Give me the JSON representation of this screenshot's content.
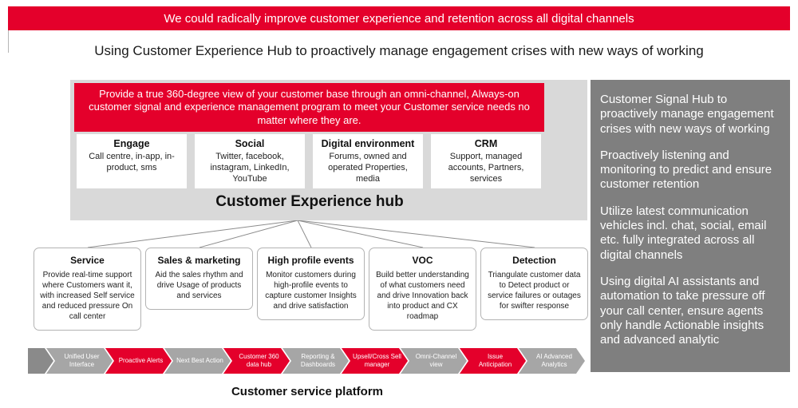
{
  "banner": {
    "text": "We could radically improve customer experience and retention across all digital channels"
  },
  "subtitle": "Using Customer Experience Hub to proactively manage engagement crises with new ways of working",
  "hub": {
    "intro": "Provide a true 360-degree view of your customer base through an omni-channel, Always-on customer signal and experience management program to meet your Customer service needs no matter where they are.",
    "title": "Customer Experience hub",
    "channels": [
      {
        "title": "Engage",
        "body": "Call centre, in-app, in-product, sms"
      },
      {
        "title": "Social",
        "body": "Twitter, facebook, instagram, LinkedIn, YouTube"
      },
      {
        "title": "Digital environment",
        "body": "Forums, owned and operated Properties, media"
      },
      {
        "title": "CRM",
        "body": "Support, managed accounts, Partners, services"
      }
    ]
  },
  "use_cases": [
    {
      "title": "Service",
      "body": "Provide real-time support where Customers want it, with increased Self service and reduced pressure On call center"
    },
    {
      "title": "Sales & marketing",
      "body": "Aid the sales rhythm and drive Usage of products and services"
    },
    {
      "title": "High profile events",
      "body": "Monitor customers during high-profile events to capture customer Insights and drive satisfaction"
    },
    {
      "title": "VOC",
      "body": "Build better understanding of what customers need and drive Innovation back into product and CX roadmap"
    },
    {
      "title": "Detection",
      "body": "Triangulate customer data to Detect product or service failures or outages for swifter response"
    }
  ],
  "platform": {
    "label": "Customer service platform",
    "steps": [
      {
        "label": "Unified User Interface",
        "color": "gray"
      },
      {
        "label": "Proactive Alerts",
        "color": "red"
      },
      {
        "label": "Next Best Action",
        "color": "gray"
      },
      {
        "label": "Customer 360 data hub",
        "color": "red"
      },
      {
        "label": "Reporting & Dashboards",
        "color": "gray"
      },
      {
        "label": "Upsell/Cross Sell manager",
        "color": "red"
      },
      {
        "label": "Omni-Channel view",
        "color": "gray"
      },
      {
        "label": "Issue Anticipation",
        "color": "red"
      },
      {
        "label": "AI Advanced Analytics",
        "color": "gray"
      }
    ]
  },
  "sidebar": {
    "paragraphs": [
      "Customer Signal Hub to proactively manage engagement crises with new ways of working",
      "Proactively listening and monitoring to predict and ensure customer retention",
      "Utilize latest communication vehicles incl. chat, social, email etc. fully integrated across all digital channels",
      "Using digital AI assistants and automation to take pressure off your call center, ensure agents only handle Actionable insights and advanced analytic"
    ]
  },
  "colors": {
    "accent_red": "#E4002B",
    "hub_gray": "#D9D9D9",
    "sidebar_gray": "#7F7F7F",
    "chevron_gray": "#A6A6A6"
  }
}
